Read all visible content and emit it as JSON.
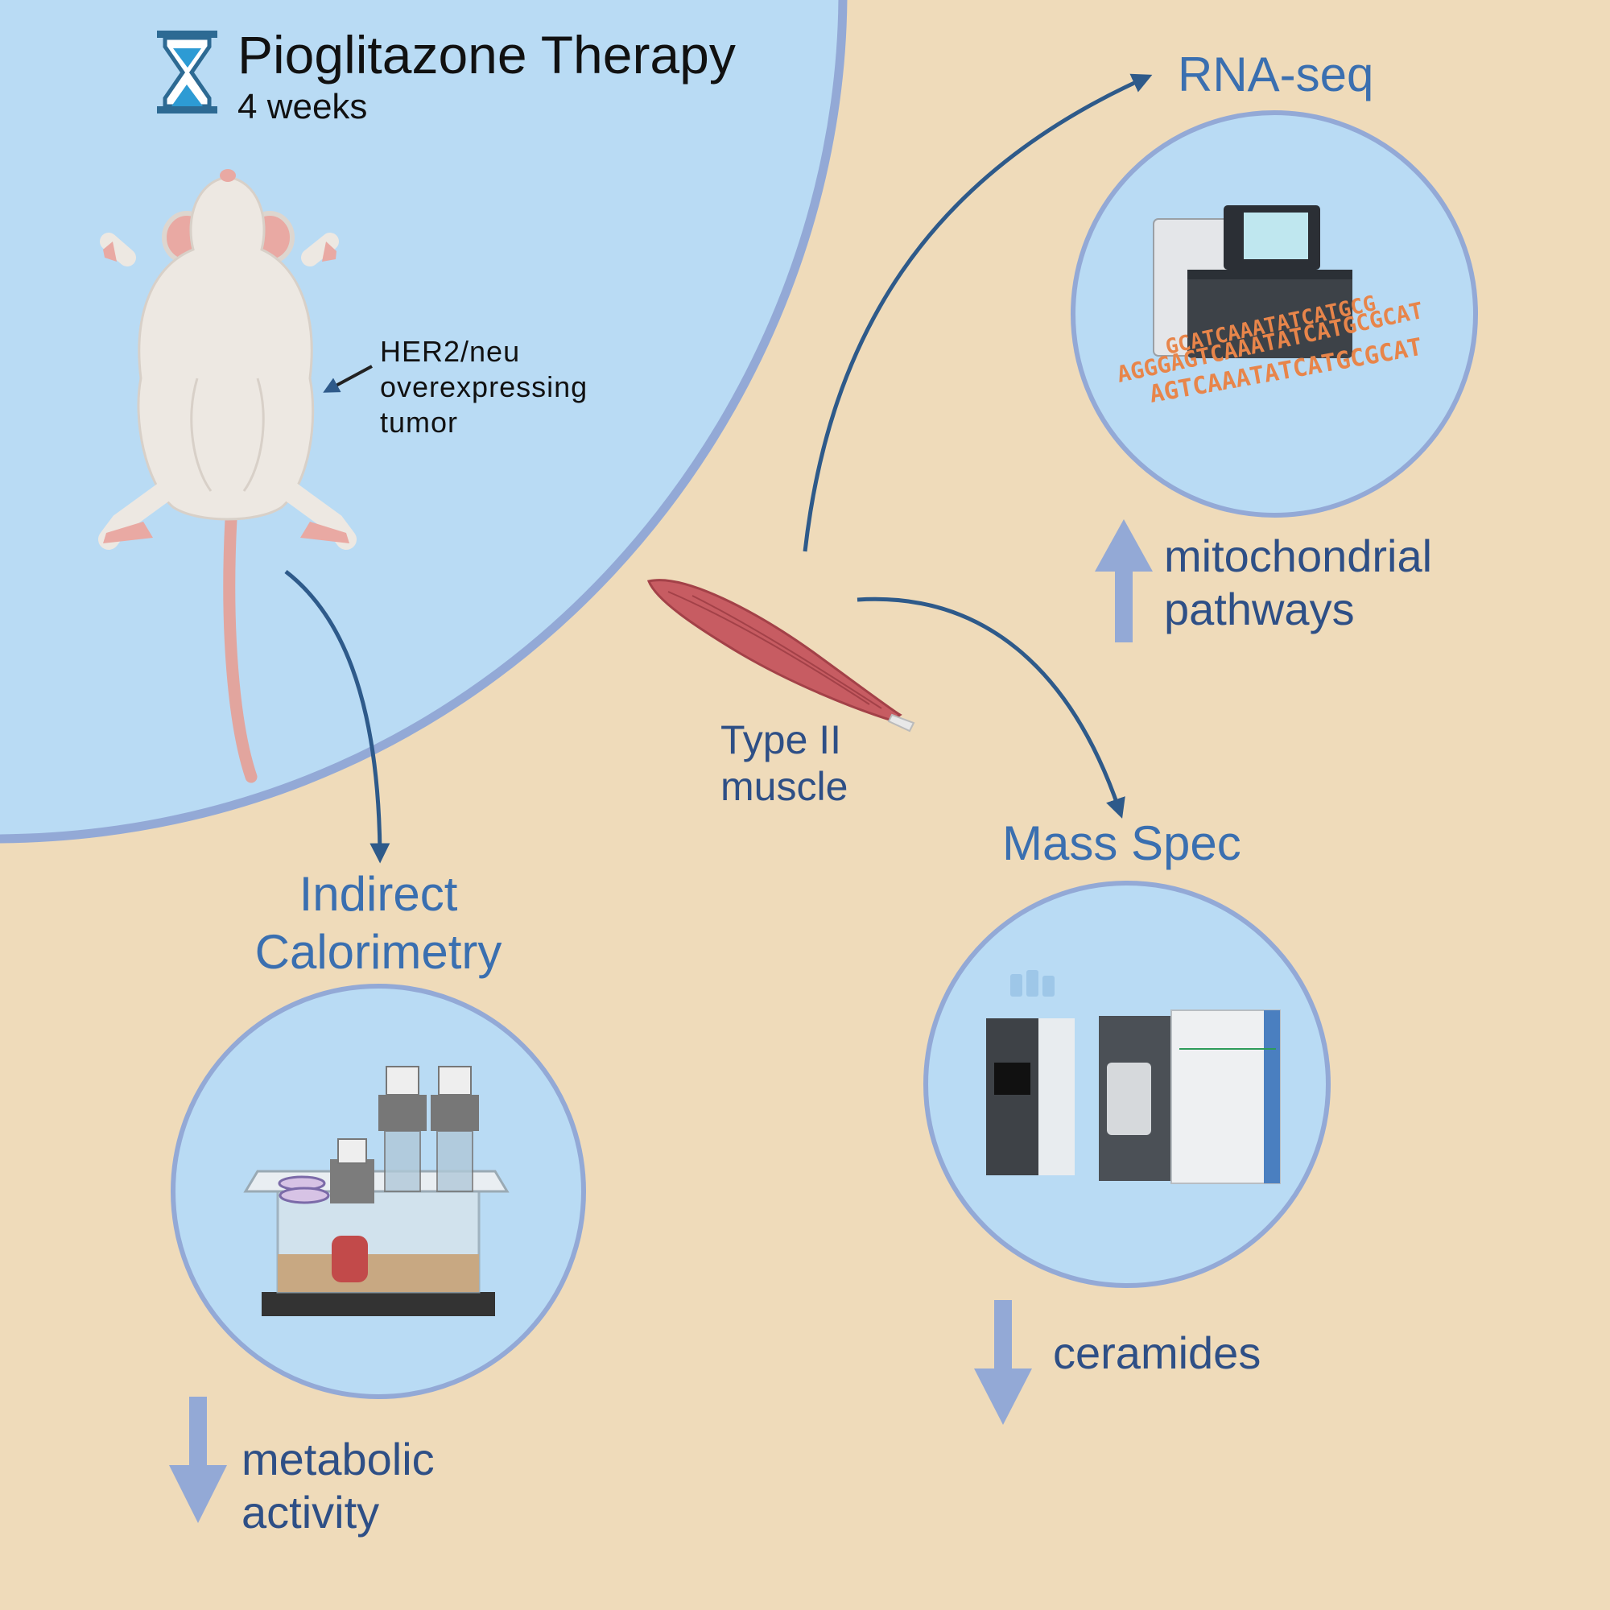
{
  "header": {
    "title": "Pioglitazone Therapy",
    "subtitle": "4 weeks",
    "icon": "hourglass-icon"
  },
  "mouse": {
    "tumor_label": "HER2/neu\noverexpressing\ntumor"
  },
  "muscle": {
    "label": "Type II\nmuscle"
  },
  "branches": {
    "rnaseq": {
      "title": "RNA-seq",
      "result_direction": "up",
      "result": "mitochondrial\npathways",
      "dna_strings": [
        "AGGGAGTCAAATATCATGCGCAT",
        "GCATCAAATATCATGCG",
        "AGTCAAATATCATGCGCAT"
      ]
    },
    "massspec": {
      "title": "Mass Spec",
      "result_direction": "down",
      "result": "ceramides"
    },
    "calorimetry": {
      "title": "Indirect\nCalorimetry",
      "result_direction": "down",
      "result": "metabolic\nactivity"
    }
  },
  "colors": {
    "background": "#efdbba",
    "panel": "#b9dbf4",
    "panel_border": "#93a9d6",
    "label_blue": "#3a6fb0",
    "arrow_navy": "#2e5a8a",
    "result_arrow": "#93a9d6",
    "dna_orange": "#e8854a"
  }
}
